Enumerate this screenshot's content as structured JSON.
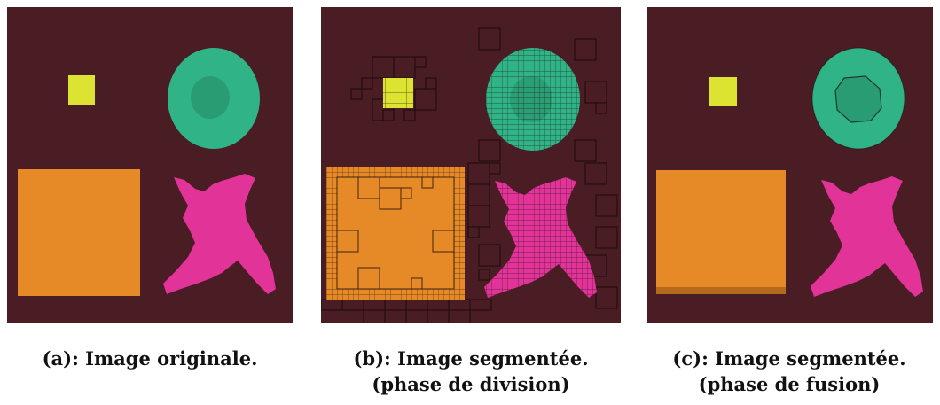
{
  "colors": {
    "background": "#4a1c24",
    "yellow_square": "#dde331",
    "teal_disk": "#2fb387",
    "teal_core": "#2a9c74",
    "orange_square": "#e58a26",
    "magenta_shape": "#e23399",
    "grid_lines": "#1a0a0c"
  },
  "captions": {
    "a": "(a): Image originale.",
    "b_line1": "(b): Image segmentée.",
    "b_line2": "(phase de division)",
    "c_line1": "(c): Image segmentée.",
    "c_line2": "(phase de fusion)"
  }
}
